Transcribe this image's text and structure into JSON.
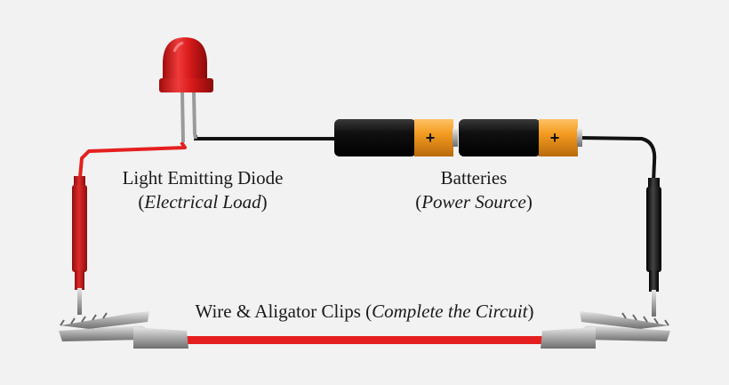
{
  "labels": {
    "led": {
      "line1": "Light Emitting Diode",
      "line2_open": "(",
      "line2_italic": "Electrical Load",
      "line2_close": ")"
    },
    "batteries": {
      "line1": "Batteries",
      "line2_open": "(",
      "line2_italic": "Power Source",
      "line2_close": ")"
    },
    "wire": {
      "prefix": "Wire & Aligator Clips (",
      "italic": "Complete the Circuit",
      "suffix": ")"
    }
  },
  "battery_terminal_symbol": "+",
  "colors": {
    "background": "#f2f2f2",
    "red_wire": "#e51f1f",
    "black_wire": "#111111",
    "led_red": "#d81a1a",
    "battery_black": "#111111",
    "battery_orange": "#f39a1f",
    "clip_silver": "#b8b8b8"
  },
  "icons": [
    "led-icon",
    "battery-icon",
    "alligator-clip-icon",
    "test-probe-icon"
  ]
}
